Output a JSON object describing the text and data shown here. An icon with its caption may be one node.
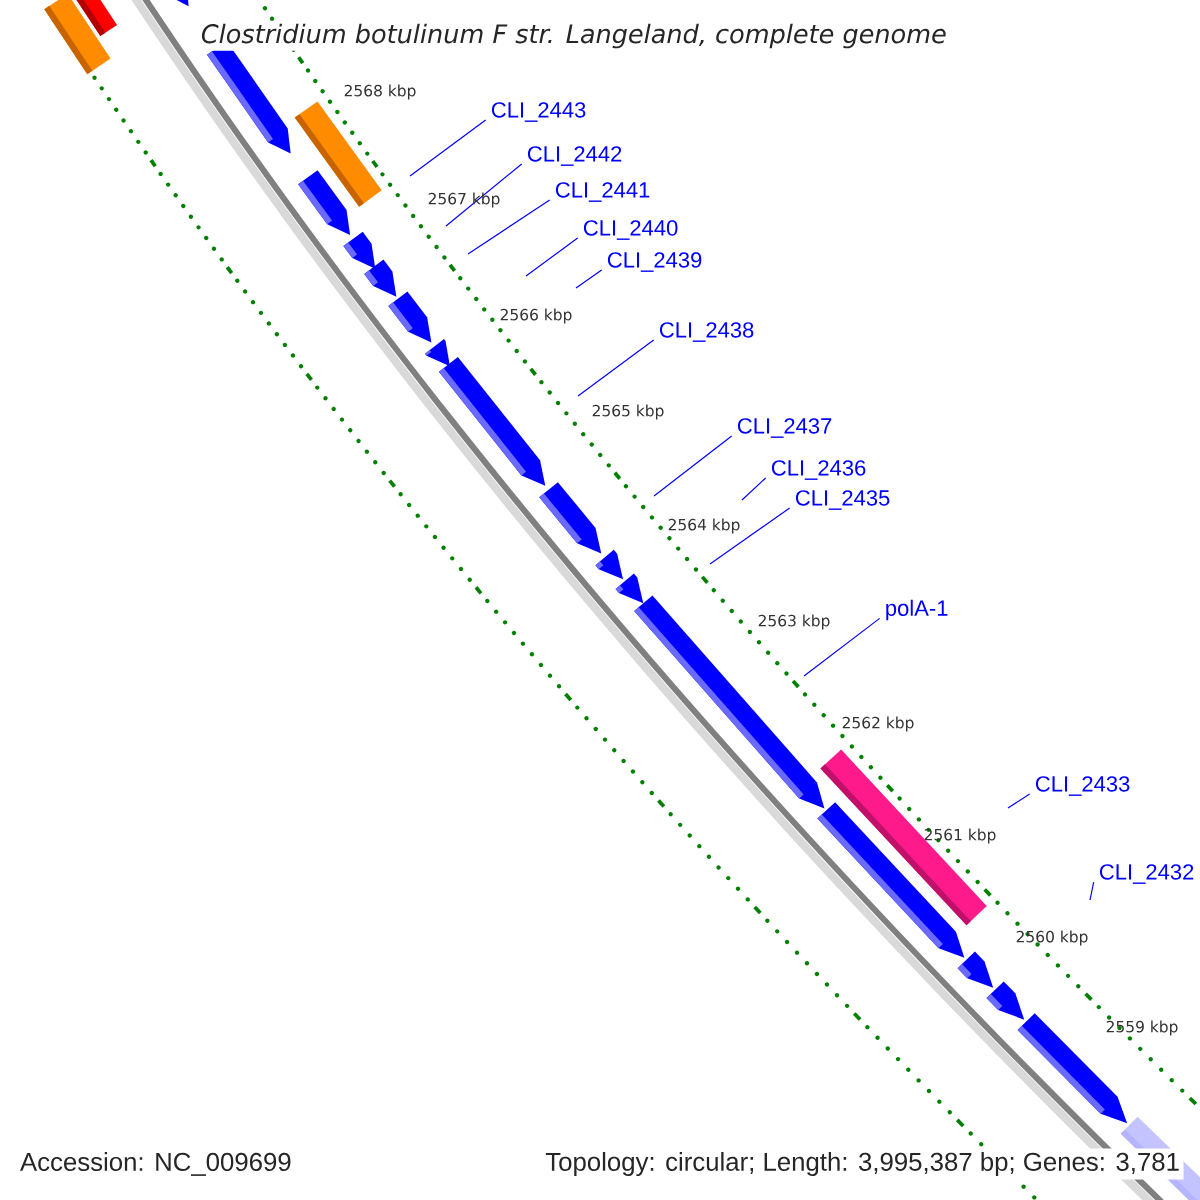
{
  "diagram": {
    "title": "Clostridium botulinum F str. Langeland, complete genome",
    "nodes": [
      {
        "text": [
          "CLI_2443"
        ]
      },
      {
        "text": [
          "CLI_2442"
        ]
      },
      {
        "text": [
          "CLI_2441"
        ]
      },
      {
        "text": [
          "CLI_2440"
        ]
      },
      {
        "text": [
          "CLI_2439"
        ]
      },
      {
        "text": [
          "CLI_2438"
        ]
      },
      {
        "text": [
          "CLI_2437"
        ]
      },
      {
        "text": [
          "CLI_2436"
        ]
      },
      {
        "text": [
          "CLI_2435"
        ]
      },
      {
        "text": [
          "polA-1"
        ]
      },
      {
        "text": [
          "CLI_2433"
        ]
      },
      {
        "text": [
          "CLI_2432"
        ]
      }
    ],
    "edges": [
      {
        "from": 0,
        "to": null,
        "arrow": "none"
      },
      {
        "from": 1,
        "to": null,
        "arrow": "none"
      },
      {
        "from": 2,
        "to": null,
        "arrow": "none"
      },
      {
        "from": 3,
        "to": null,
        "arrow": "none"
      },
      {
        "from": 4,
        "to": null,
        "arrow": "none"
      },
      {
        "from": 5,
        "to": null,
        "arrow": "none"
      },
      {
        "from": 6,
        "to": null,
        "arrow": "none"
      },
      {
        "from": 7,
        "to": null,
        "arrow": "none"
      },
      {
        "from": 8,
        "to": null,
        "arrow": "none"
      },
      {
        "from": 9,
        "to": null,
        "arrow": "none"
      },
      {
        "from": 10,
        "to": null,
        "arrow": "none"
      },
      {
        "from": 11,
        "to": null,
        "arrow": "none"
      }
    ],
    "labels": [
      "2568 kbp",
      "2567 kbp",
      "2566 kbp",
      "2565 kbp",
      "2564 kbp",
      "2563 kbp",
      "2562 kbp",
      "2561 kbp",
      "2560 kbp",
      "2559 kbp",
      "Accession: NC_009699",
      "Topology: circular; Length: 3,995,387 bp; Genes: 3,781"
    ]
  }
}
